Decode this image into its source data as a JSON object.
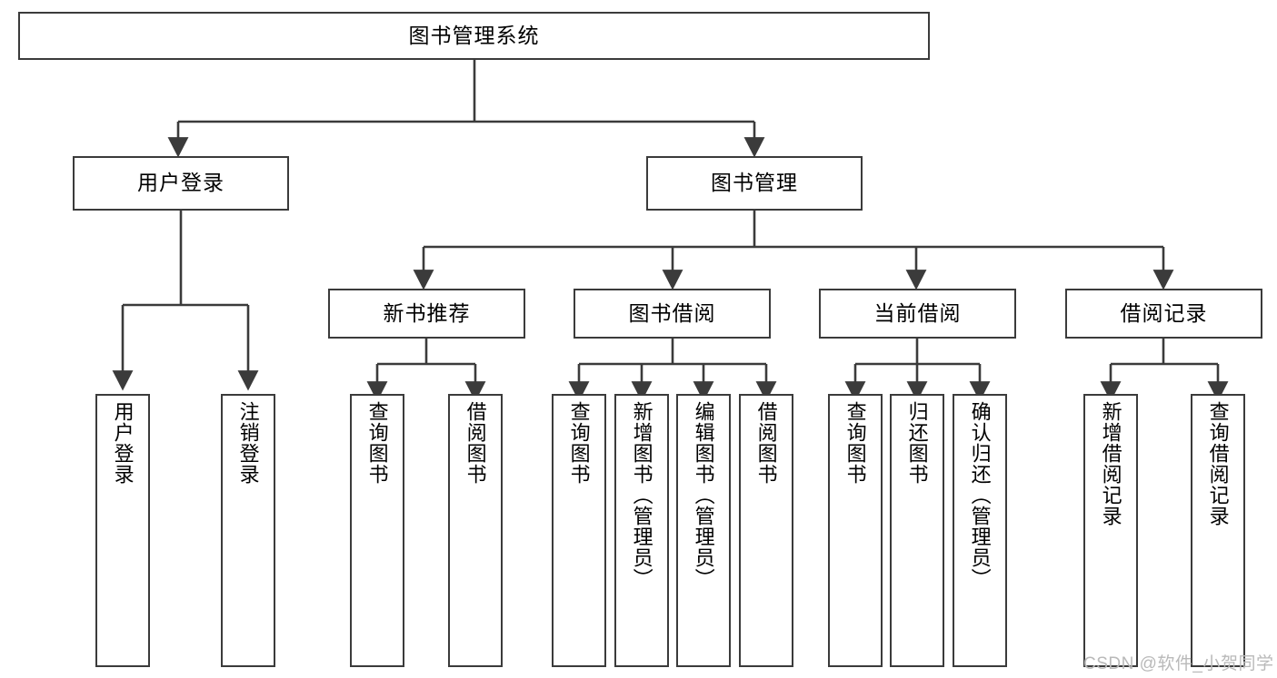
{
  "diagram": {
    "type": "tree-hierarchy",
    "title": "图书管理系统",
    "orientation": "top-down",
    "colors": {
      "box_border": "#3b3b3b",
      "box_fill": "#ffffff",
      "edge": "#3b3b3b",
      "text": "#000000",
      "watermark": "#b9b9b9"
    }
  },
  "root": {
    "label": "图书管理系统"
  },
  "level2": [
    {
      "label": "用户登录"
    },
    {
      "label": "图书管理"
    }
  ],
  "level3": [
    {
      "label": "新书推荐"
    },
    {
      "label": "图书借阅"
    },
    {
      "label": "当前借阅"
    },
    {
      "label": "借阅记录"
    }
  ],
  "leaves": {
    "user_login": [
      {
        "label": "用户登录"
      },
      {
        "label": "注销登录"
      }
    ],
    "new_book": [
      {
        "label": "查询图书"
      },
      {
        "label": "借阅图书"
      }
    ],
    "book_borrow": [
      {
        "label": "查询图书"
      },
      {
        "label": "新增图书（管理员）"
      },
      {
        "label": "编辑图书（管理员）"
      },
      {
        "label": "借阅图书"
      }
    ],
    "current_borrow": [
      {
        "label": "查询图书"
      },
      {
        "label": "归还图书"
      },
      {
        "label": "确认归还（管理员）"
      }
    ],
    "borrow_record": [
      {
        "label": "新增借阅记录"
      },
      {
        "label": "查询借阅记录"
      }
    ]
  },
  "watermark": {
    "text": "CSDN @软件_小贺同学"
  }
}
